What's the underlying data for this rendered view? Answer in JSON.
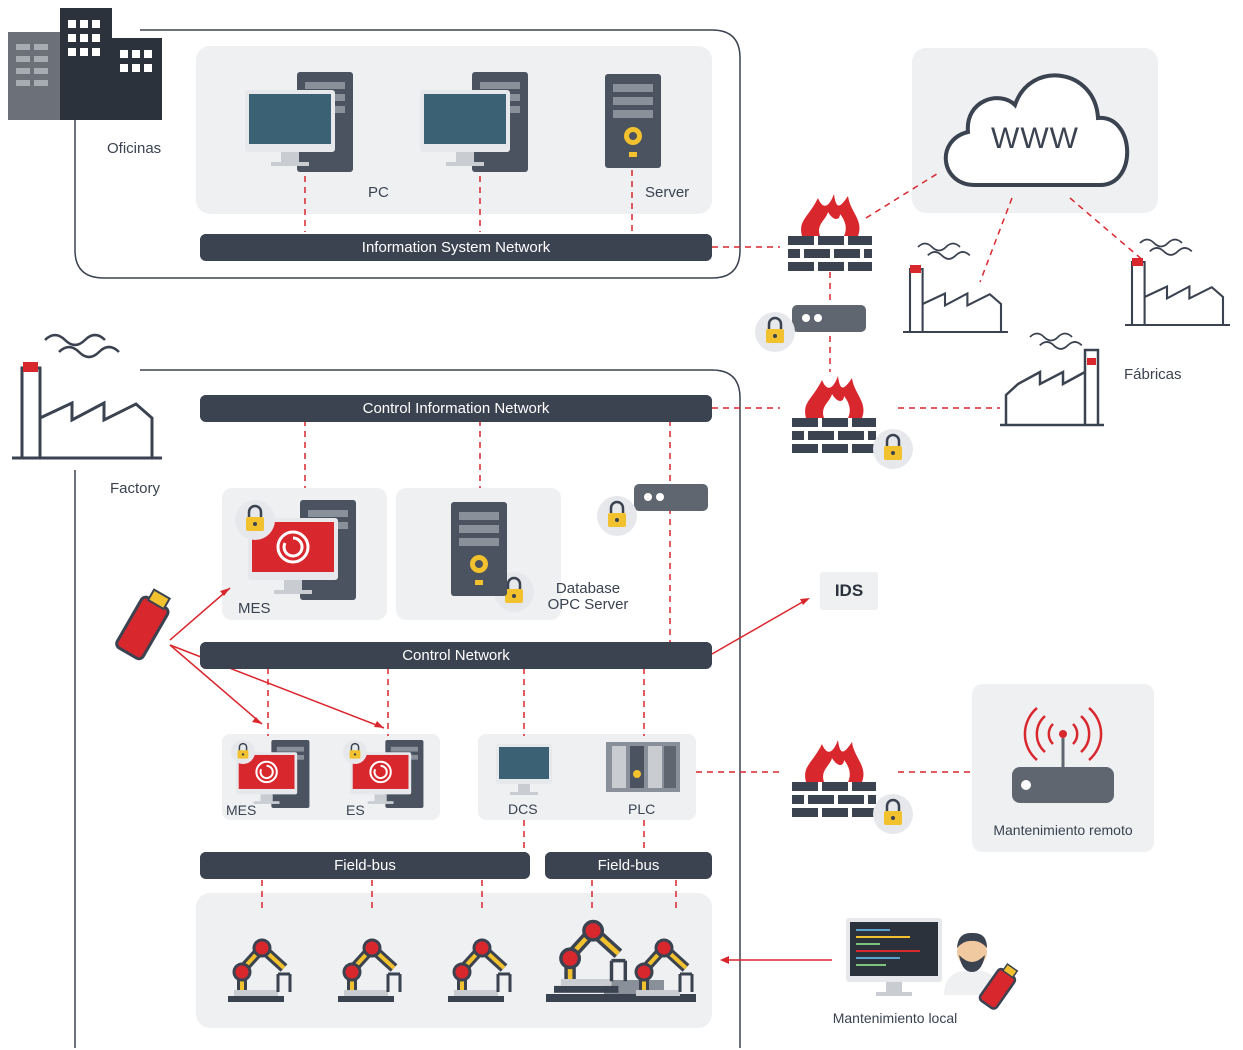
{
  "colors": {
    "dark": "#3b4250",
    "red": "#d9272e",
    "panel": "#eef0f2",
    "lock": "#f2c12e",
    "link": "#d9272e"
  },
  "labels": {
    "offices": "Oficinas",
    "factory": "Factory",
    "factories": "Fábricas",
    "pc": "PC",
    "server": "Server",
    "www": "WWW",
    "mes_top": "MES",
    "database": "Database",
    "opc_server": "OPC Server",
    "ids": "IDS",
    "mes_bottom": "MES",
    "es": "ES",
    "dcs": "DCS",
    "plc": "PLC",
    "remote_maintenance": "Mantenimiento remoto",
    "local_maintenance": "Mantenimiento local"
  },
  "networks": {
    "information_system": "Information System Network",
    "control_information": "Control Information Network",
    "control": "Control Network",
    "fieldbus_left": "Field-bus",
    "fieldbus_right": "Field-bus"
  },
  "icons": [
    "office-building-icon",
    "factory-icon",
    "pc-icon",
    "server-icon",
    "cloud-icon",
    "firewall-icon",
    "lock-icon",
    "vpn-device-icon",
    "usb-drive-icon",
    "robot-arm-icon",
    "router-icon",
    "technician-icon",
    "laptop-icon",
    "monitor-icon",
    "plc-icon"
  ]
}
